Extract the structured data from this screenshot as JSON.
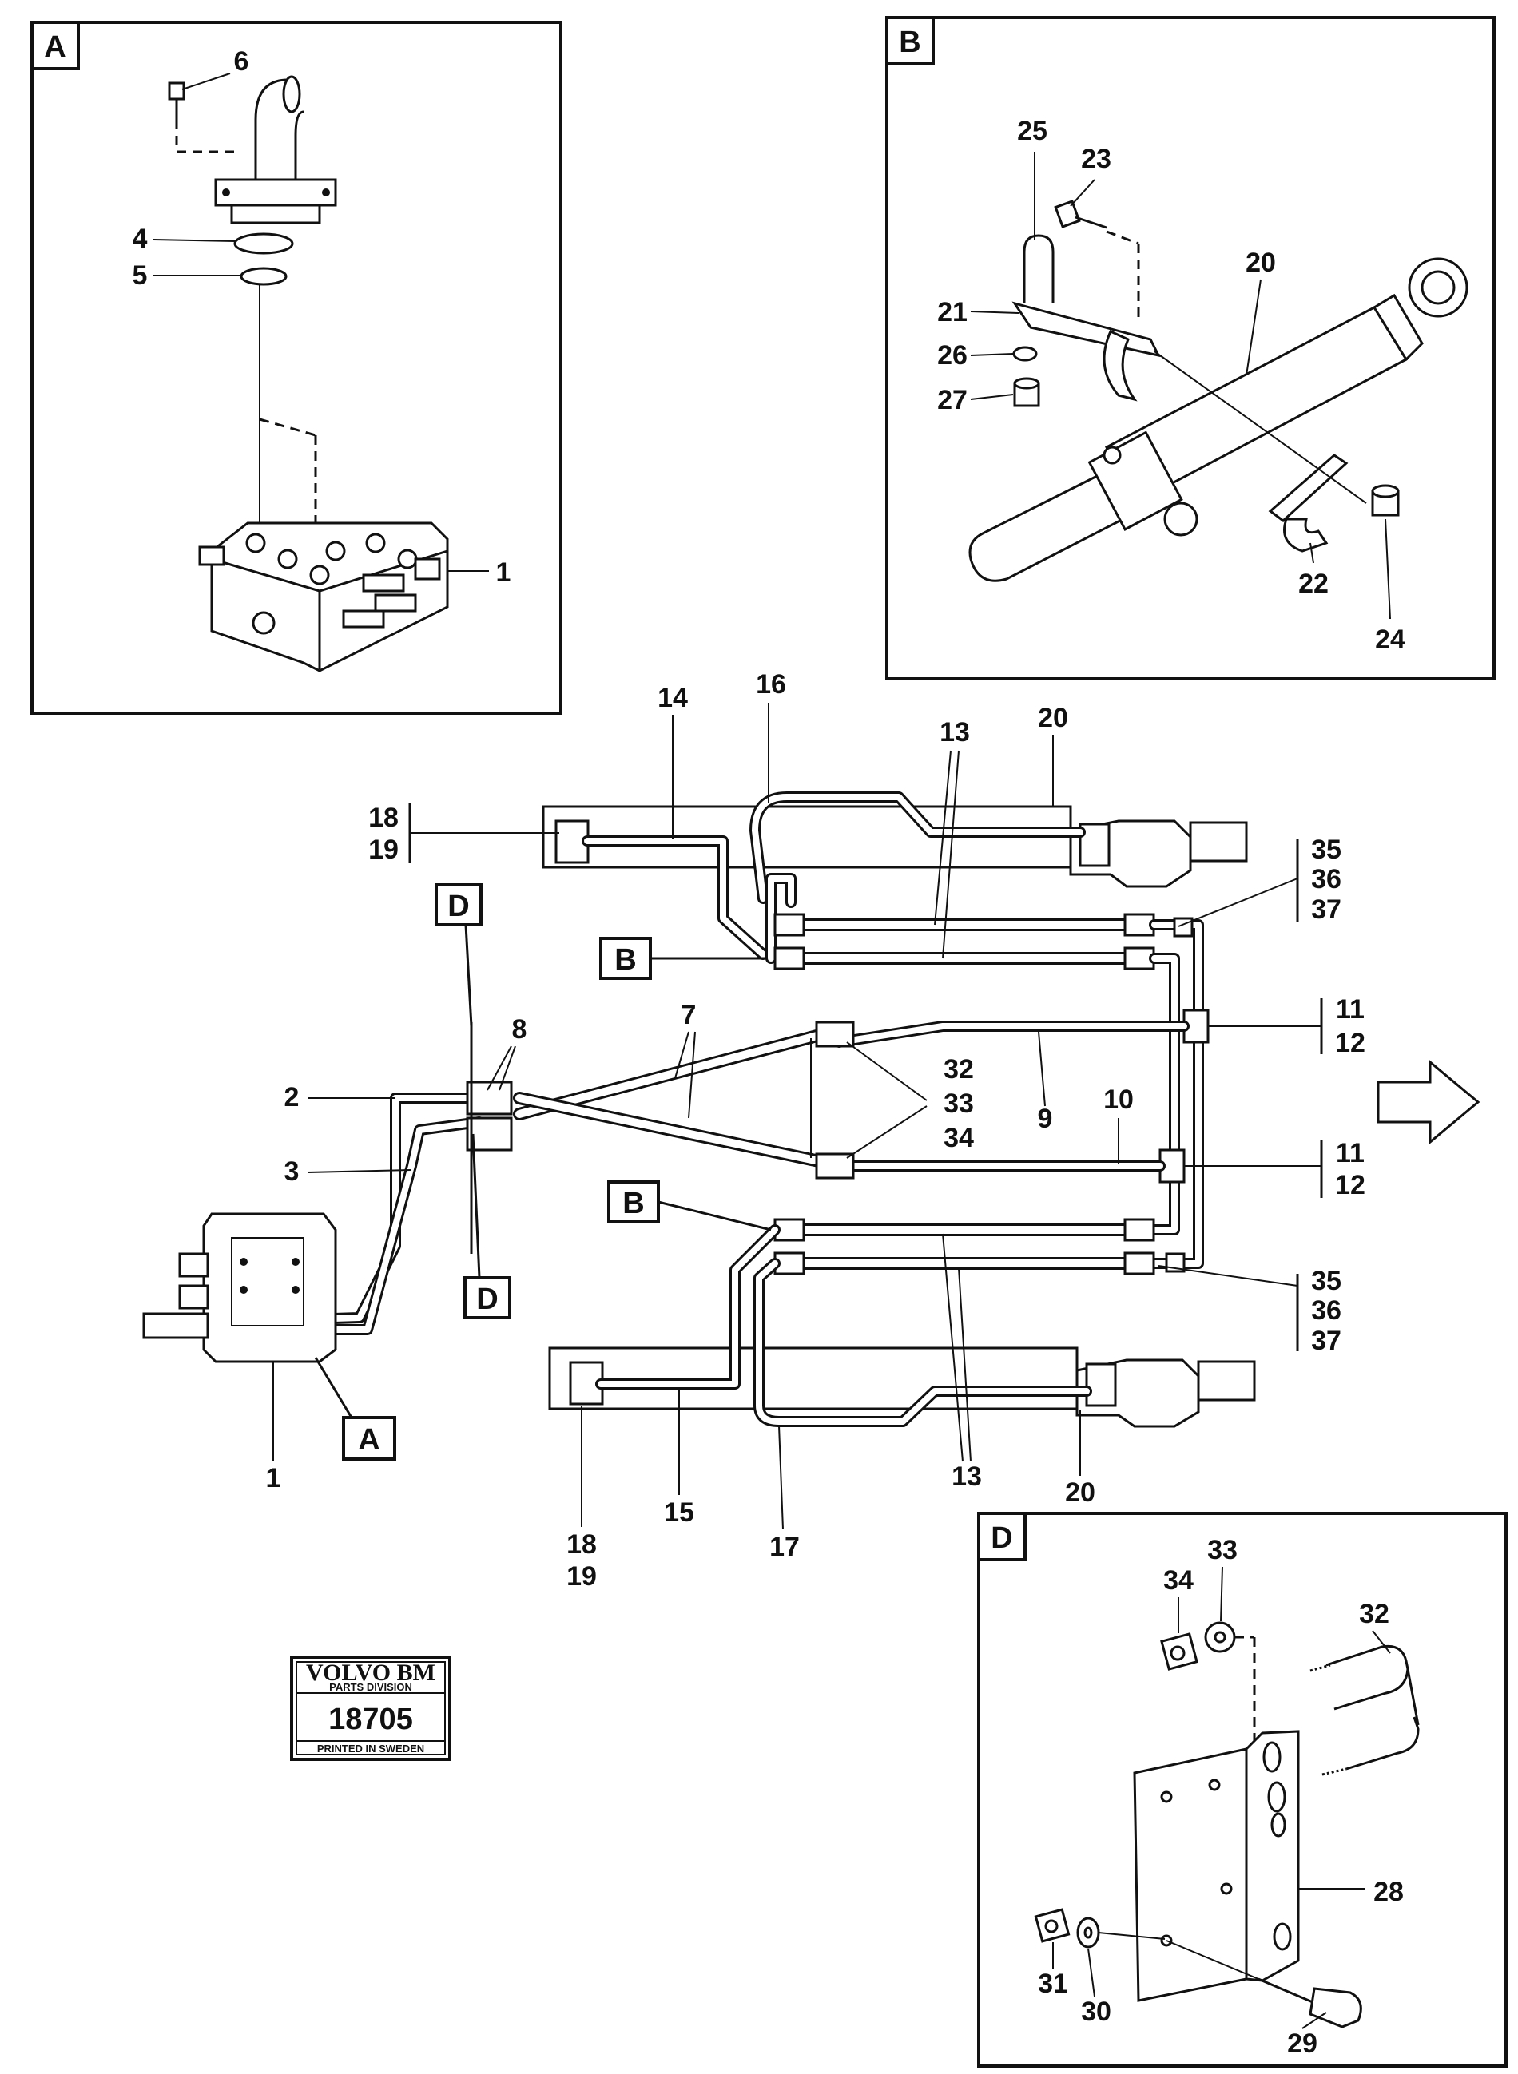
{
  "inset_labels": {
    "a": "A",
    "b": "B",
    "d": "D"
  },
  "inset_a": {
    "parts": [
      "6",
      "4",
      "5",
      "1"
    ]
  },
  "inset_b": {
    "parts": [
      "25",
      "23",
      "20",
      "21",
      "26",
      "27",
      "22",
      "24"
    ]
  },
  "inset_d": {
    "parts": [
      "33",
      "34",
      "32",
      "28",
      "31",
      "30",
      "29"
    ]
  },
  "main": {
    "ref_labels": {
      "b_top": "B",
      "b_bottom": "B",
      "d_top": "D",
      "d_bottom": "D",
      "a_main": "A"
    },
    "parts": {
      "p14": "14",
      "p16": "16",
      "p13_top": "13",
      "p20_top": "20",
      "p18_top": "18",
      "p19_top": "19",
      "p35_top": "35",
      "p36_top": "36",
      "p37_top": "37",
      "p8": "8",
      "p7": "7",
      "p2": "2",
      "p3": "3",
      "p32": "32",
      "p33": "33",
      "p34": "34",
      "p9": "9",
      "p10": "10",
      "p11_top": "11",
      "p12_top": "12",
      "p11_bot": "11",
      "p12_bot": "12",
      "p35_bot": "35",
      "p36_bot": "36",
      "p37_bot": "37",
      "p1": "1",
      "p13_bot": "13",
      "p20_bot": "20",
      "p15": "15",
      "p17": "17",
      "p18_bot": "18",
      "p19_bot": "19"
    }
  },
  "stamp": {
    "brand": "VOLVO BM",
    "division": "PARTS DIVISION",
    "number": "18705",
    "printed": "PRINTED IN SWEDEN"
  }
}
